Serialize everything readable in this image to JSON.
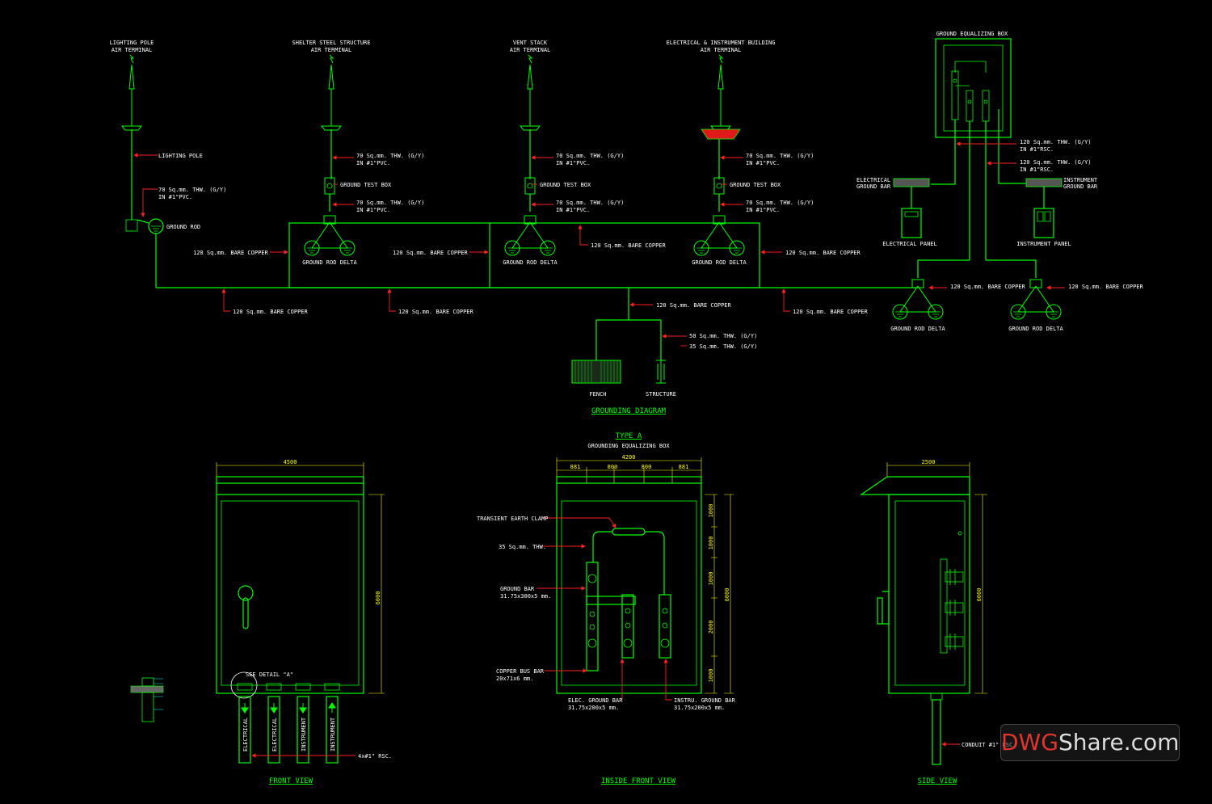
{
  "diagram": {
    "terminals": [
      {
        "line1": "LIGHTING POLE",
        "line2": "AIR TERMINAL"
      },
      {
        "line1": "SHELTER STEEL STRUCTURE",
        "line2": "AIR TERMINAL"
      },
      {
        "line1": "VENT STACK",
        "line2": "AIR TERMINAL"
      },
      {
        "line1": "ELECTRICAL & INSTRUMENT BUILDING",
        "line2": "AIR TERMINAL"
      }
    ],
    "lighting_pole": "LIGHTING POLE",
    "ground_rod": "GROUND ROD",
    "thw70_a": "70 Sq.mm. THW. (G/Y)",
    "pvc1": "IN #1\"PVC.",
    "ground_test_box": "GROUND TEST BOX",
    "ground_rod_delta": "GROUND ROD DELTA",
    "bare120": "120 Sq.mm. BARE COPPER",
    "thw50": "50 Sq.mm. THW. (G/Y)",
    "thw35": "35 Sq.mm. THW. (G/Y)",
    "fench": "FENCH",
    "structure": "STRUCTURE",
    "title": "GROUNDING DIAGRAM",
    "geb_title": "GROUND EQUALIZING BOX",
    "thw120": "120 Sq.mm. THW. (G/Y)",
    "rsc1": "IN #1\"RSC.",
    "elec_ground_bar": [
      "ELECTRICAL",
      "GROUND BAR"
    ],
    "inst_ground_bar": [
      "INSTRUMENT",
      "GROUND BAR"
    ],
    "electrical_panel": "ELECTRICAL PANEL",
    "instrument_panel": "INSTRUMENT PANEL"
  },
  "front_view": {
    "dim_width": "4500",
    "dim_height": "6000",
    "detail": "SEE DETAIL \"A\"",
    "conduits": [
      "ELECTRICAL",
      "ELECTRICAL",
      "INSTRUMENT",
      "INSTRUMENT"
    ],
    "rsc": "4x#1\" RSC.",
    "title": "FRONT VIEW"
  },
  "inside_view": {
    "type": "TYPE A",
    "subtitle": "GROUNDING EQUALIZING BOX",
    "dim_width": "4200",
    "dims_top": [
      "881",
      "800",
      "800",
      "881"
    ],
    "dims_side": [
      "1000",
      "1000",
      "1000",
      "2000",
      "1000"
    ],
    "dim_height": "6000",
    "clamp": "TRANSIENT EARTH CLAMP",
    "thw35": "35 Sq.mm. THW.",
    "ground_bar": [
      "GROUND BAR",
      "31.75x300x5 mm."
    ],
    "bus_bar": [
      "COPPER BUS BAR",
      "20x71x6 mm."
    ],
    "elec_bar": [
      "ELEC. GROUND BAR",
      "31.75x200x5 mm."
    ],
    "instru_bar": [
      "INSTRU. GROUND BAR",
      "31.75x200x5 mm."
    ],
    "title": "INSIDE FRONT VIEW"
  },
  "side_view": {
    "dim_width": "2500",
    "dim_height": "6000",
    "conduit": "CONDUIT #1\" RSC.",
    "title": "SIDE VIEW"
  },
  "watermark": {
    "part1": "DWG",
    "part2": "Share.com"
  }
}
